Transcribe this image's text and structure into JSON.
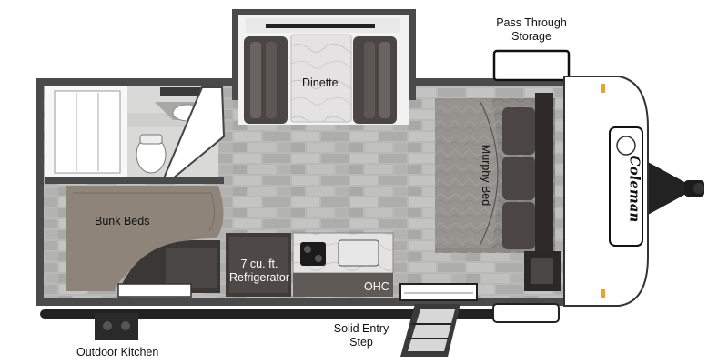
{
  "labels": {
    "pass_through_line1": "Pass Through",
    "pass_through_line2": "Storage",
    "dinette": "Dinette",
    "murphy_bed": "Murphy Bed",
    "bunk_beds": "Bunk Beds",
    "fridge_line1": "7 cu. ft.",
    "fridge_line2": "Refrigerator",
    "ohc": "OHC",
    "outdoor_kitchen": "Outdoor Kitchen",
    "entry_line1": "Solid Entry",
    "entry_line2": "Step",
    "brand": "Coleman"
  },
  "colors": {
    "wall": "#4a4a4a",
    "floor_tile": "#b7b7b5",
    "cushion": "#4b4643",
    "bunk": "#8e847a",
    "cabinet": "#5f5a55",
    "fridge": "#3f3b38",
    "front_cap": "#ffffff"
  }
}
